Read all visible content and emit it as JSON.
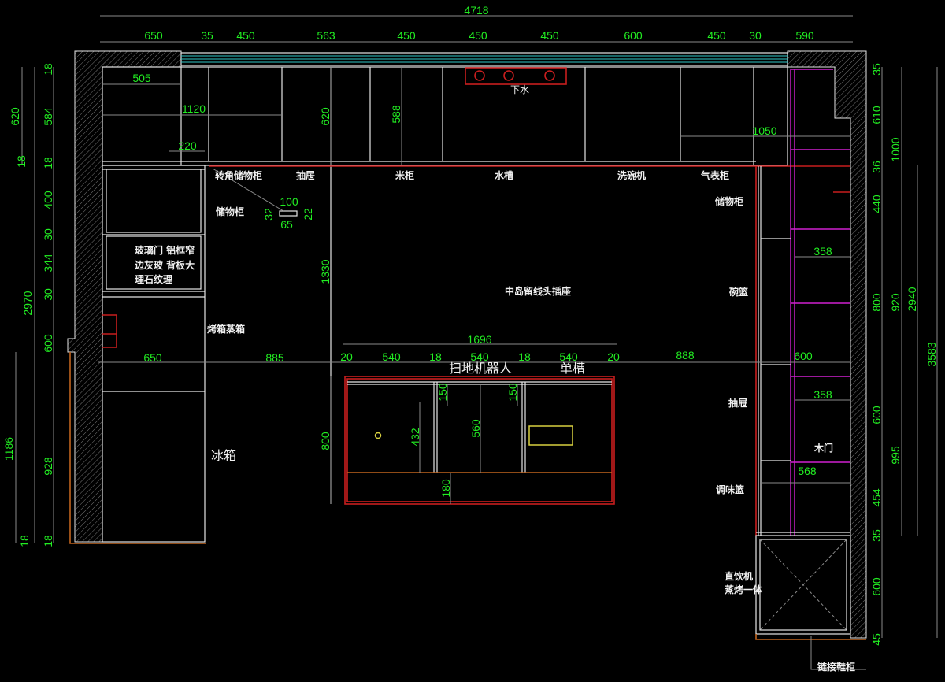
{
  "title": "厨房平面布置图",
  "colors": {
    "background": "#000000",
    "dimension": "#22ee22",
    "cabinet": "#e6e6e6",
    "counter_edge": "#c81e1e",
    "wardrobe": "#d020d0",
    "window": "#30c8c8"
  },
  "top_dims": {
    "total": "4718",
    "segments": [
      "650",
      "35",
      "450",
      "563",
      "450",
      "450",
      "450",
      "600",
      "450",
      "30",
      "590"
    ]
  },
  "left_dims": {
    "outer": [
      "620",
      "18",
      "2970",
      "1186",
      "18"
    ],
    "inner": [
      "18",
      "584",
      "18",
      "400",
      "30",
      "344",
      "30",
      "600",
      "928",
      "18"
    ]
  },
  "right_dims": {
    "inner": [
      "35",
      "610",
      "36",
      "440",
      "800",
      "600",
      "995",
      "454",
      "35",
      "600",
      "45"
    ],
    "mid": [
      "1000",
      "920"
    ],
    "total_a": "2940",
    "total_b": "3583"
  },
  "inner_dims": {
    "d505": "505",
    "d1120": "1120",
    "d220": "220",
    "d620": "620",
    "d588": "588",
    "d1330": "1330",
    "d1050": "1050",
    "d100": "100",
    "d32": "32",
    "d22": "22",
    "d65": "65",
    "d650": "650",
    "d885": "885",
    "d888": "888",
    "d600": "600",
    "d358a": "358",
    "d358b": "358",
    "d568": "568"
  },
  "island_dims": {
    "total": "1696",
    "segments": [
      "20",
      "540",
      "18",
      "540",
      "18",
      "540",
      "20"
    ],
    "d150a": "150",
    "d150b": "150",
    "d432": "432",
    "d560": "560",
    "d180": "180",
    "d800": "800"
  },
  "labels": {
    "drain": "下水",
    "corner_storage": "转角储物柜",
    "drawer_top": "抽屉",
    "rice_cabinet": "米柜",
    "sink": "水槽",
    "dishwasher": "洗碗机",
    "gas_meter": "气表柜",
    "storage_left": "储物柜",
    "storage_right": "储物柜",
    "glass_door_1": "玻璃门 铝框窄",
    "glass_door_2": "边灰玻 背板大",
    "glass_door_3": "理石纹理",
    "oven_steamer": "烤箱蒸箱",
    "fridge": "冰箱",
    "island_socket": "中岛留线头插座",
    "robot_vacuum": "扫地机器人",
    "single_sink": "单槽",
    "bowl_basket": "碗篮",
    "drawer_right": "抽屉",
    "wood_door": "木门",
    "spice_basket": "调味篮",
    "water_dispenser_1": "直饮机",
    "water_dispenser_2": "蒸烤一体",
    "shoe_cabinet": "链接鞋柜"
  }
}
